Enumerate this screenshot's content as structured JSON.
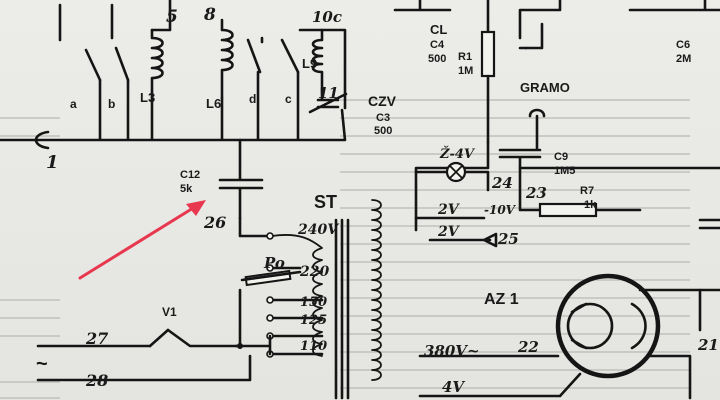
{
  "components": {
    "switches": [
      "a",
      "b",
      "d",
      "c"
    ],
    "coils": [
      "L3",
      "L6",
      "L9"
    ],
    "c12": {
      "name": "C12",
      "value": "5k"
    },
    "cl": {
      "name": "CL",
      "ref": "C4",
      "value": "500"
    },
    "r1": {
      "name": "R1",
      "value": "1M"
    },
    "gramo": "GRAMO",
    "c6": {
      "name": "C6",
      "value": "2M"
    },
    "czv": "CZV",
    "c3": {
      "name": "C3",
      "value": "500"
    },
    "c9": {
      "name": "C9",
      "value": "1M5"
    },
    "r7": {
      "name": "R7",
      "value": "1k"
    },
    "transformer": "ST",
    "fuse": "Po",
    "power_switch": "V1",
    "tube": "AZ 1",
    "lamp_label": "Ž-4V"
  },
  "annotations": {
    "terminals": [
      "5",
      "8",
      "10c",
      "11",
      "1",
      "26",
      "24",
      "23",
      "25",
      "27",
      "28",
      "22",
      "21"
    ],
    "voltage_taps": [
      "240V",
      "220",
      "150",
      "125",
      "110"
    ],
    "voltages": [
      "2V",
      "-10V",
      "2V",
      "380V~",
      "4V"
    ],
    "mains_symbol": "~"
  },
  "colors": {
    "ink": "#151515",
    "paper": "#e9e9e6",
    "arrow": "#e8384f"
  }
}
